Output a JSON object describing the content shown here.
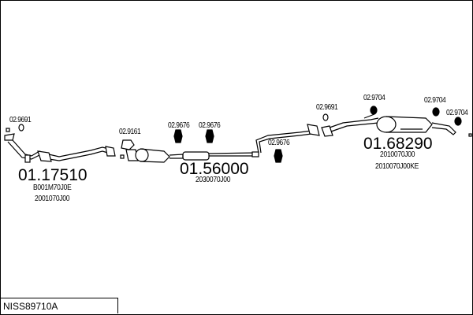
{
  "diagram_code": "NISS89710A",
  "parts": [
    {
      "number": "01.17510",
      "oem": [
        "B001M70J0E",
        "2001070J00"
      ]
    },
    {
      "number": "01.56000",
      "oem": [
        "2030070J00"
      ]
    },
    {
      "number": "01.68290",
      "oem": [
        "2010070J00",
        "2010070J00KE"
      ]
    }
  ],
  "accessories": [
    "02.9691",
    "02.9161",
    "02.9676",
    "02.9676",
    "02.9676",
    "02.9691",
    "02.9704",
    "02.9704",
    "02.9704"
  ]
}
